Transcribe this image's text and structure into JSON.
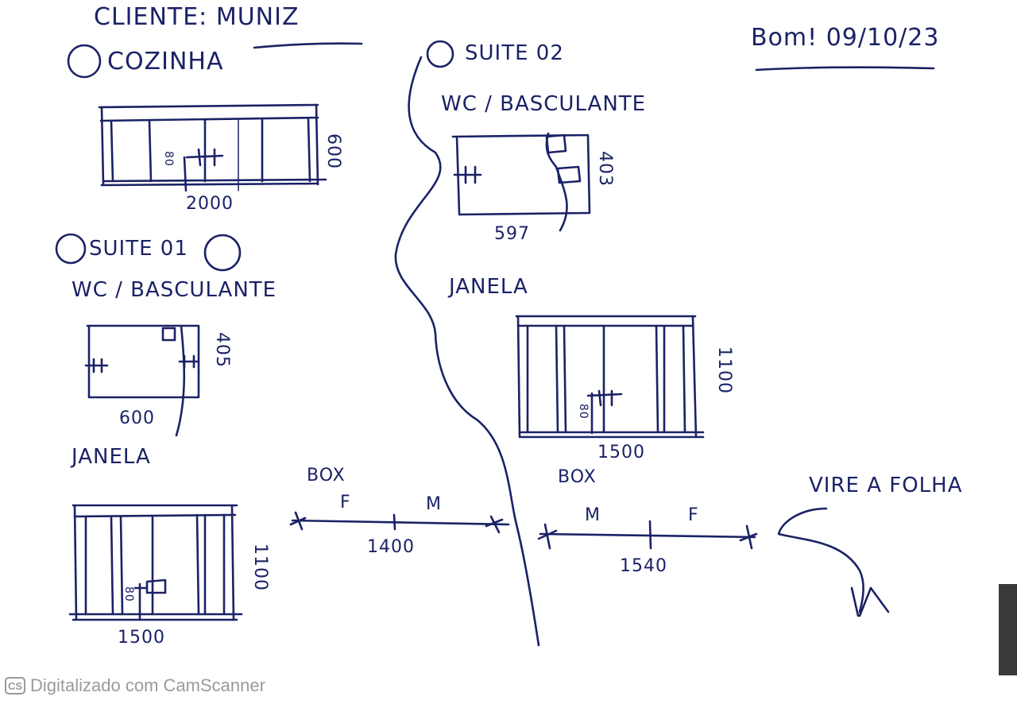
{
  "header": {
    "client": "CLIENTE: MUNIZ",
    "date": "Bom! 09/10/23"
  },
  "sections": {
    "cozinha": {
      "title": "COZINHA",
      "width": "2000",
      "height": "600",
      "handle": "80"
    },
    "suite01": {
      "title": "SUITE 01",
      "subtitle": "WC / BASCULANTE",
      "width": "600",
      "height": "405",
      "janela_title": "JANELA",
      "janela_width": "1500",
      "janela_height": "1100",
      "handle": "80"
    },
    "suite02": {
      "title": "SUITE 02",
      "subtitle": "WC / BASCULANTE",
      "width": "597",
      "height": "403",
      "janela_title": "JANELA",
      "janela_width": "1500",
      "janela_height": "1100",
      "handle": "80"
    }
  },
  "box_left": {
    "title": "BOX",
    "left_label": "F",
    "right_label": "M",
    "width": "1400"
  },
  "box_right": {
    "title": "BOX",
    "left_label": "M",
    "right_label": "F",
    "width": "1540"
  },
  "turn_page": {
    "text": "VIRE A FOLHA"
  },
  "footer": {
    "logo": "CS",
    "text": "Digitalizado com CamScanner"
  },
  "ink_color": "#1a2266"
}
